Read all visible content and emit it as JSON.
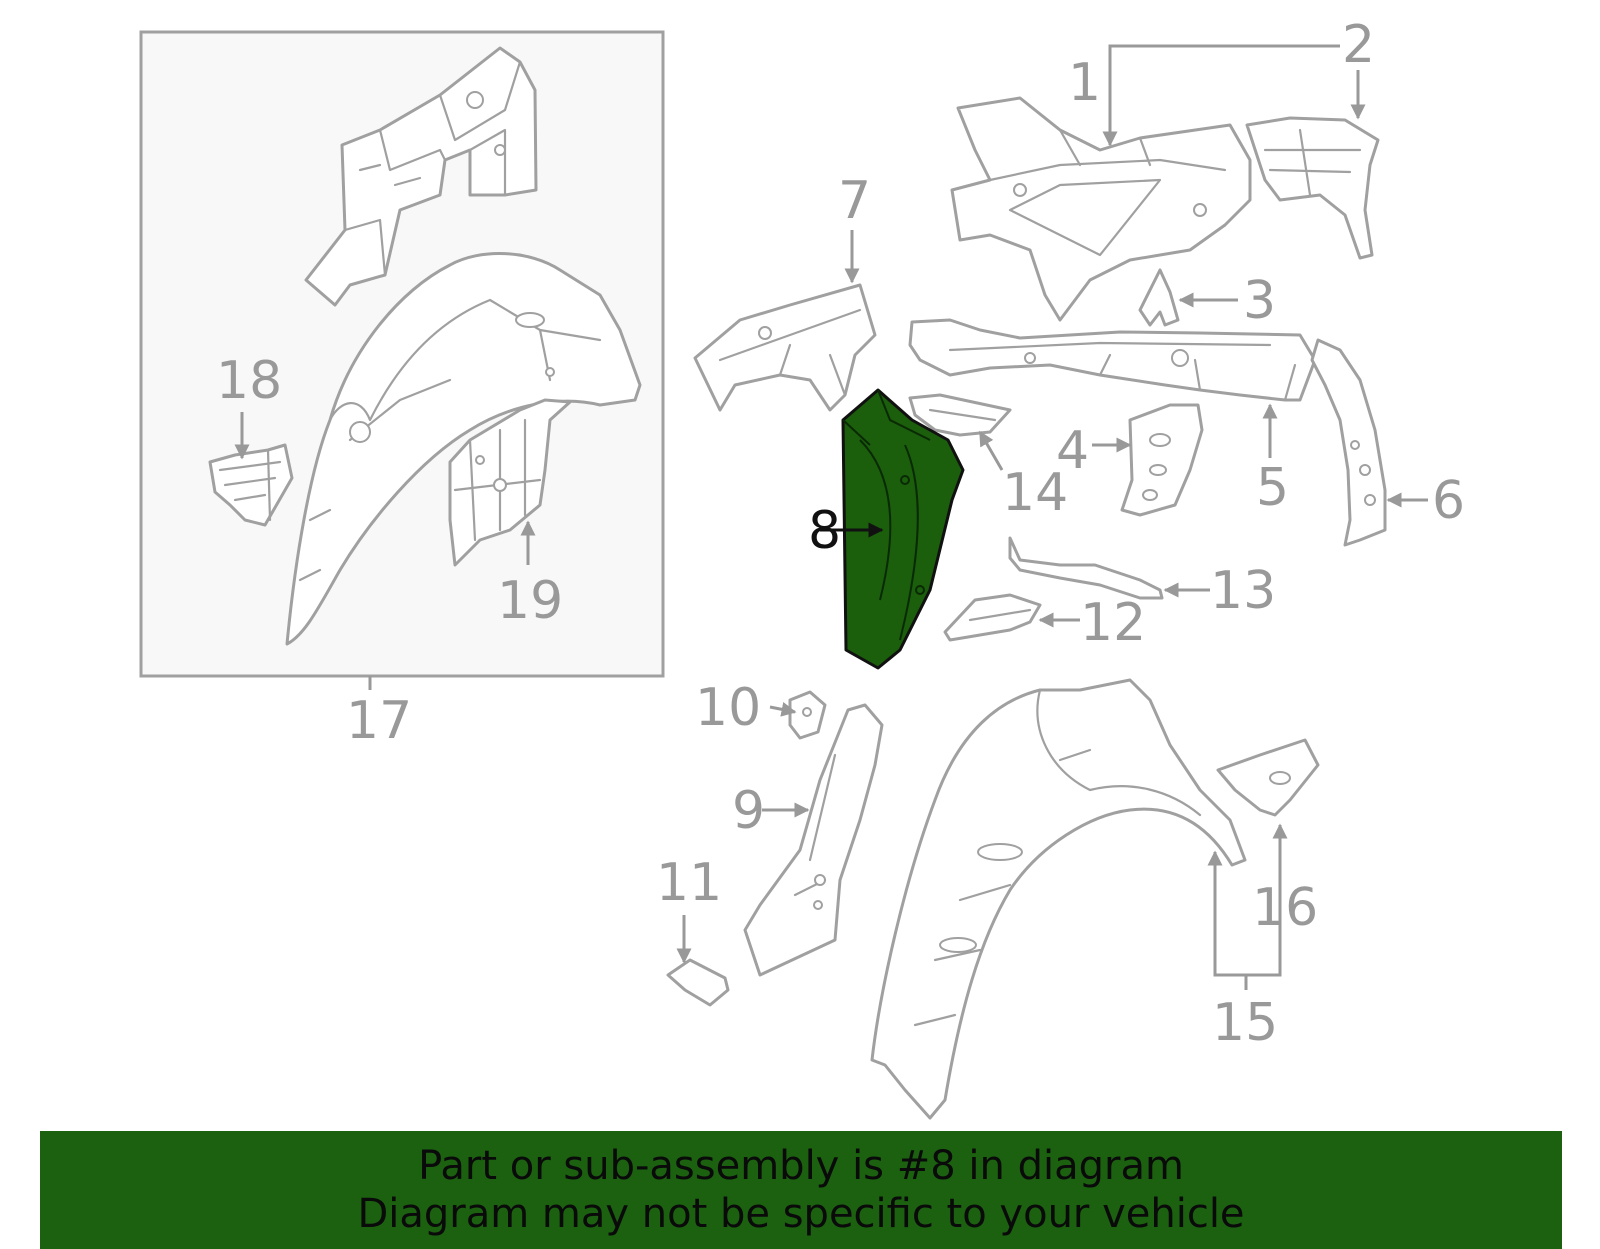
{
  "diagram": {
    "highlight_color": "#1b5e0c",
    "line_color": "#a0a0a0",
    "selected_part": "8",
    "callouts": [
      "1",
      "2",
      "3",
      "4",
      "5",
      "6",
      "7",
      "8",
      "9",
      "10",
      "11",
      "12",
      "13",
      "14",
      "15",
      "16",
      "17",
      "18",
      "19"
    ]
  },
  "banner": {
    "background": "#1b6110",
    "line1": "Part or sub-assembly is #8 in diagram",
    "line2": "Diagram may not be specific to your vehicle"
  }
}
